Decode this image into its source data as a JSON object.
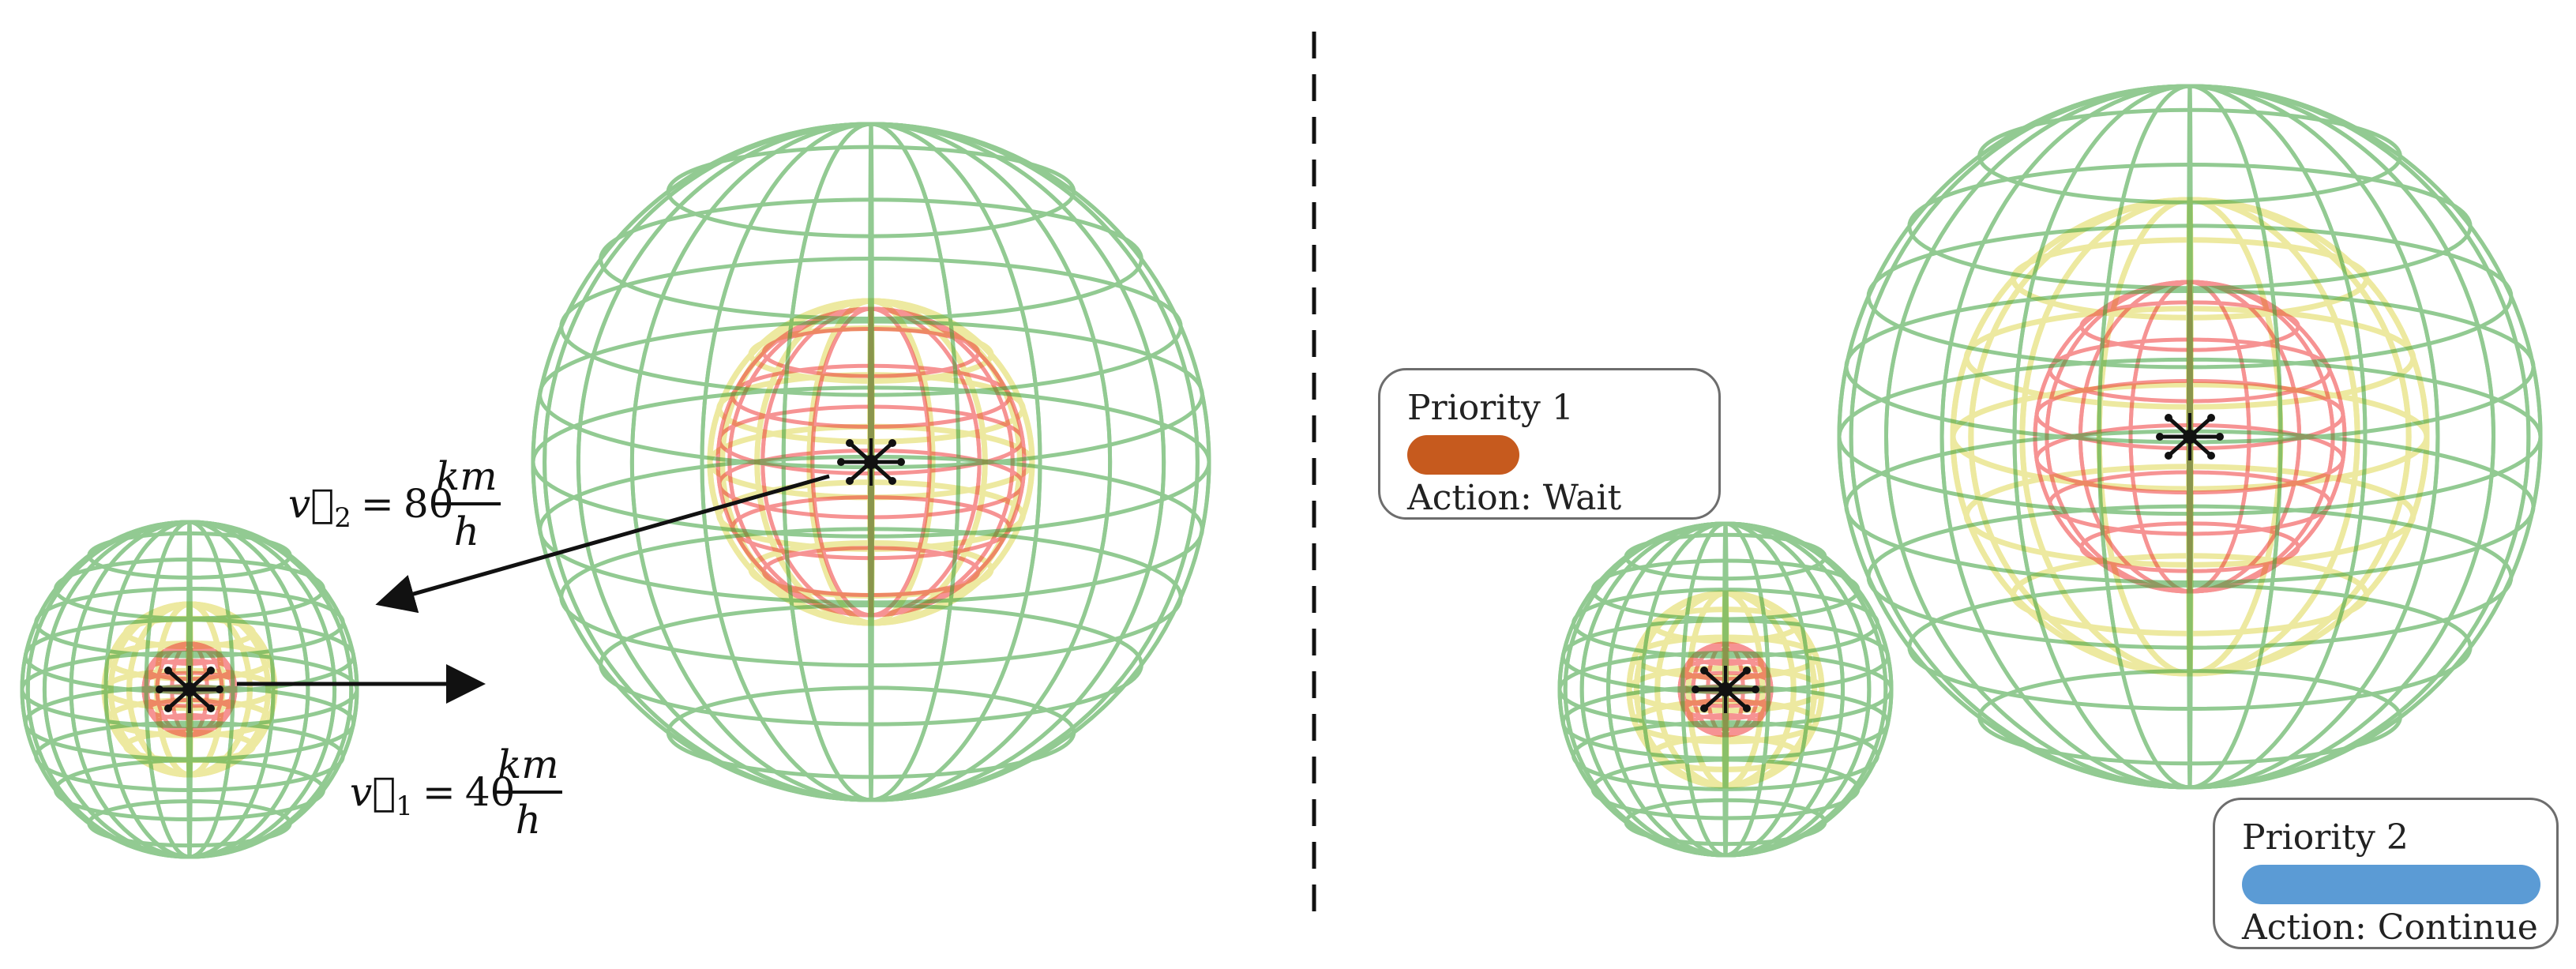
{
  "colors": {
    "outer_sphere": "#3aa03a",
    "middle_sphere": "#d8cf2e",
    "inner_sphere": "#ee2a2a",
    "priority_1_bar": "#c65a1e",
    "priority_2_bar": "#5b9bd5",
    "arrow": "#111111",
    "divider": "#111111"
  },
  "left_scene": {
    "velocity_2": {
      "vector_symbol": "v⃗",
      "subscript": "2",
      "equals": "=",
      "value": "80",
      "unit_numerator": "km",
      "unit_denominator": "h"
    },
    "velocity_1": {
      "vector_symbol": "v⃗",
      "subscript": "1",
      "equals": "=",
      "value": "40",
      "unit_numerator": "km",
      "unit_denominator": "h"
    }
  },
  "right_scene": {
    "priority_box_1": {
      "title": "Priority 1",
      "action": "Action: Wait"
    },
    "priority_box_2": {
      "title": "Priority 2",
      "action": "Action: Continue"
    }
  },
  "icons": [
    "drone-icon",
    "wireframe-sphere"
  ]
}
